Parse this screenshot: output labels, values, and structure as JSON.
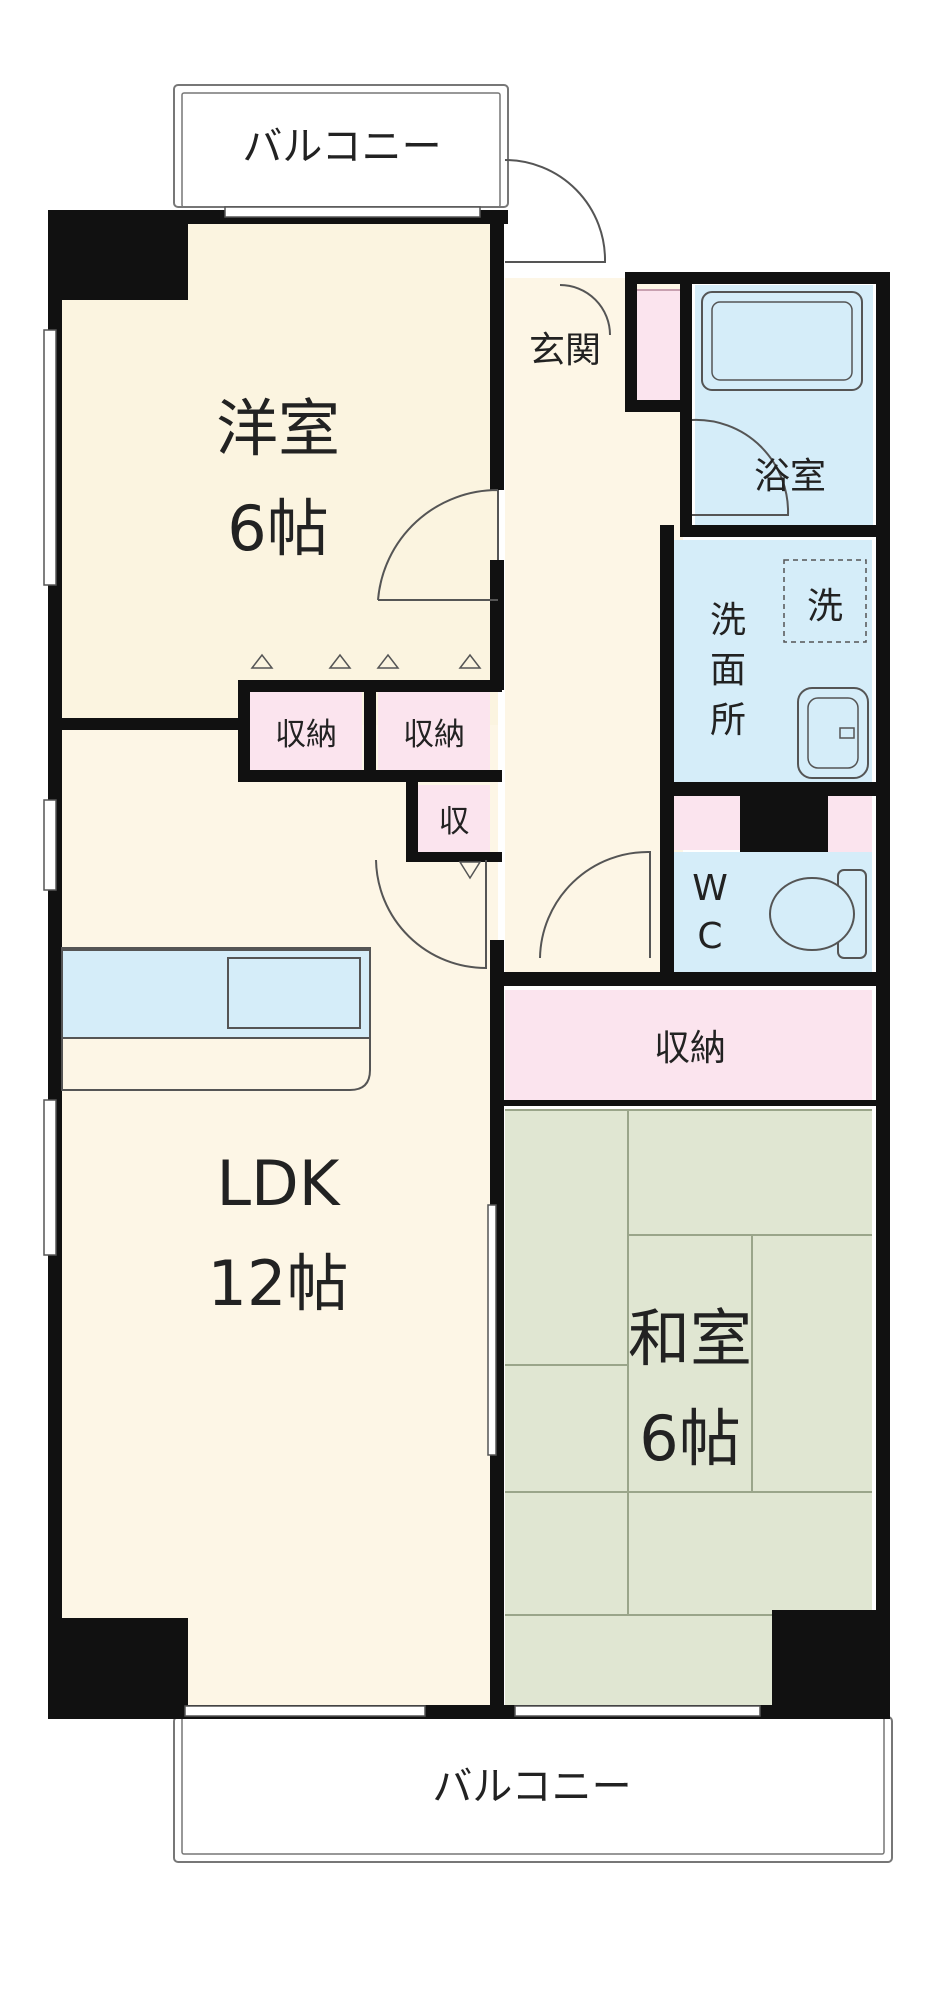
{
  "colors": {
    "wall": "#111111",
    "western_floor": "#fbf4e0",
    "ldk_floor": "#fdf6e6",
    "hall_floor": "#fdf6e6",
    "tatami": "#e0e6d2",
    "tatami_line": "#9aa58a",
    "storage": "#fbe4ee",
    "wet_area": "#d5edf9",
    "fixture_outline": "#555555",
    "balcony_line": "#777777"
  },
  "rooms": {
    "balcony_top": "バルコニー",
    "balcony_bottom": "バルコニー",
    "western": {
      "name": "洋室",
      "size": "6帖"
    },
    "entrance": "玄関",
    "bath": "浴室",
    "washroom": [
      "洗",
      "面",
      "所"
    ],
    "washer": "洗",
    "storage_a": "収納",
    "storage_b": "収納",
    "storage_small": "収",
    "wc": [
      "W",
      "C"
    ],
    "ldk": {
      "name": "LDK",
      "size": "12帖"
    },
    "storage_closet": "収納",
    "japanese": {
      "name": "和室",
      "size": "6帖"
    }
  }
}
